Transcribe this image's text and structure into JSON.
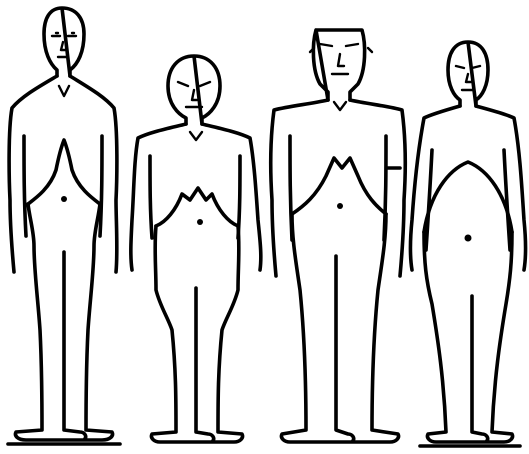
{
  "figure": {
    "type": "line-drawing",
    "subject": "body types",
    "figure_count": 4,
    "colors": {
      "ink": "#000000",
      "background": "#ffffff"
    },
    "figures": [
      {
        "id": "tall-thin"
      },
      {
        "id": "short-stocky"
      },
      {
        "id": "broad-shouldered"
      },
      {
        "id": "heavy-waisted"
      }
    ]
  }
}
